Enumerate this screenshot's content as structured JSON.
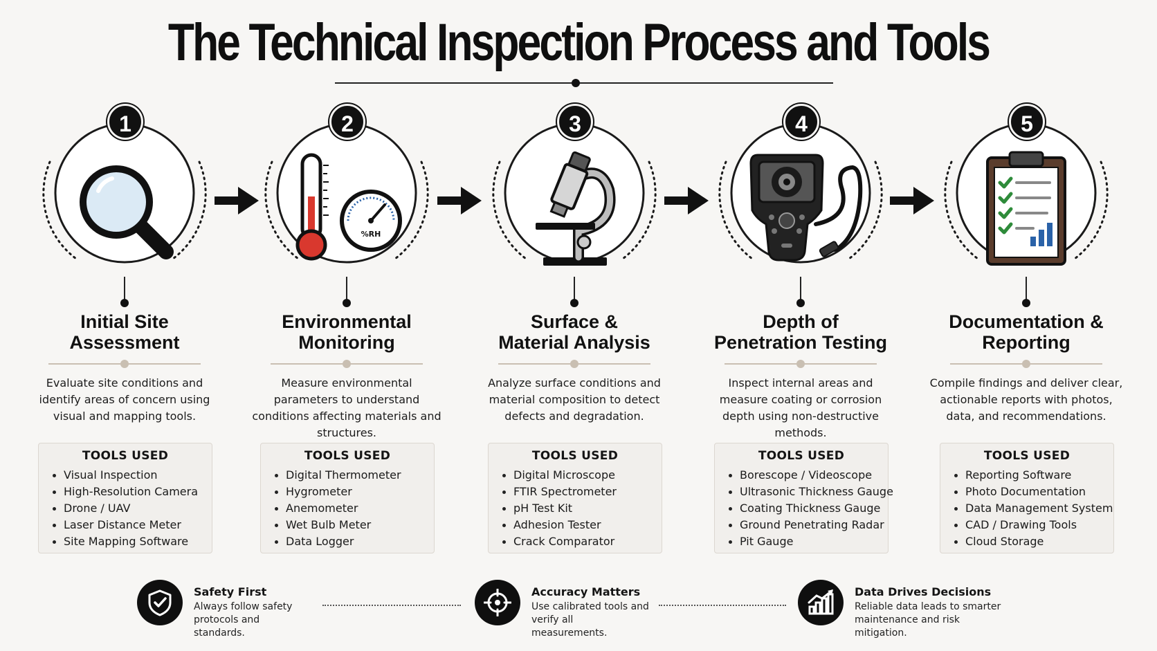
{
  "title": "The Technical Inspection Process and Tools",
  "steps": [
    {
      "number": "1",
      "title_line1": "Initial Site",
      "title_line2": "Assessment",
      "description": "Evaluate site conditions and identify areas of concern using visual and mapping tools.",
      "tools_heading": "TOOLS USED",
      "tools": [
        "Visual Inspection",
        "High-Resolution Camera",
        "Drone / UAV",
        "Laser Distance Meter",
        "Site Mapping Software"
      ]
    },
    {
      "number": "2",
      "title_line1": "Environmental",
      "title_line2": "Monitoring",
      "description": "Measure environmental parameters to understand conditions affecting materials and structures.",
      "tools_heading": "TOOLS USED",
      "tools": [
        "Digital Thermometer",
        "Hygrometer",
        "Anemometer",
        "Wet Bulb Meter",
        "Data Logger"
      ],
      "gauge_label": "%RH"
    },
    {
      "number": "3",
      "title_line1": "Surface &",
      "title_line2": "Material Analysis",
      "description": "Analyze surface conditions and material composition to detect defects and degradation.",
      "tools_heading": "TOOLS USED",
      "tools": [
        "Digital Microscope",
        "FTIR Spectrometer",
        "pH Test Kit",
        "Adhesion Tester",
        "Crack Comparator"
      ]
    },
    {
      "number": "4",
      "title_line1": "Depth of",
      "title_line2": "Penetration Testing",
      "description": "Inspect internal areas and measure coating or corrosion depth using non-destructive methods.",
      "tools_heading": "TOOLS USED",
      "tools": [
        "Borescope / Videoscope",
        "Ultrasonic Thickness Gauge",
        "Coating Thickness Gauge",
        "Ground Penetrating Radar",
        "Pit Gauge"
      ]
    },
    {
      "number": "5",
      "title_line1": "Documentation &",
      "title_line2": "Reporting",
      "description": "Compile findings and deliver clear, actionable reports with photos, data, and recommendations.",
      "tools_heading": "TOOLS USED",
      "tools": [
        "Reporting Software",
        "Photo Documentation",
        "Data Management System",
        "CAD / Drawing Tools",
        "Cloud Storage"
      ]
    }
  ],
  "footer": [
    {
      "title": "Safety First",
      "text": "Always follow safety protocols and standards.",
      "icon": "shield-check-icon"
    },
    {
      "title": "Accuracy Matters",
      "text": "Use calibrated tools and verify all measurements.",
      "icon": "crosshair-target-icon"
    },
    {
      "title": "Data Drives Decisions",
      "text": "Reliable data leads to smarter maintenance and risk mitigation.",
      "icon": "growth-chart-icon"
    }
  ],
  "colors": {
    "ink": "#111111",
    "accent_red": "#d9382e",
    "check_green": "#2e8b3a",
    "chart_blue": "#2a62a8",
    "divider_tan": "#c9bfb2"
  }
}
